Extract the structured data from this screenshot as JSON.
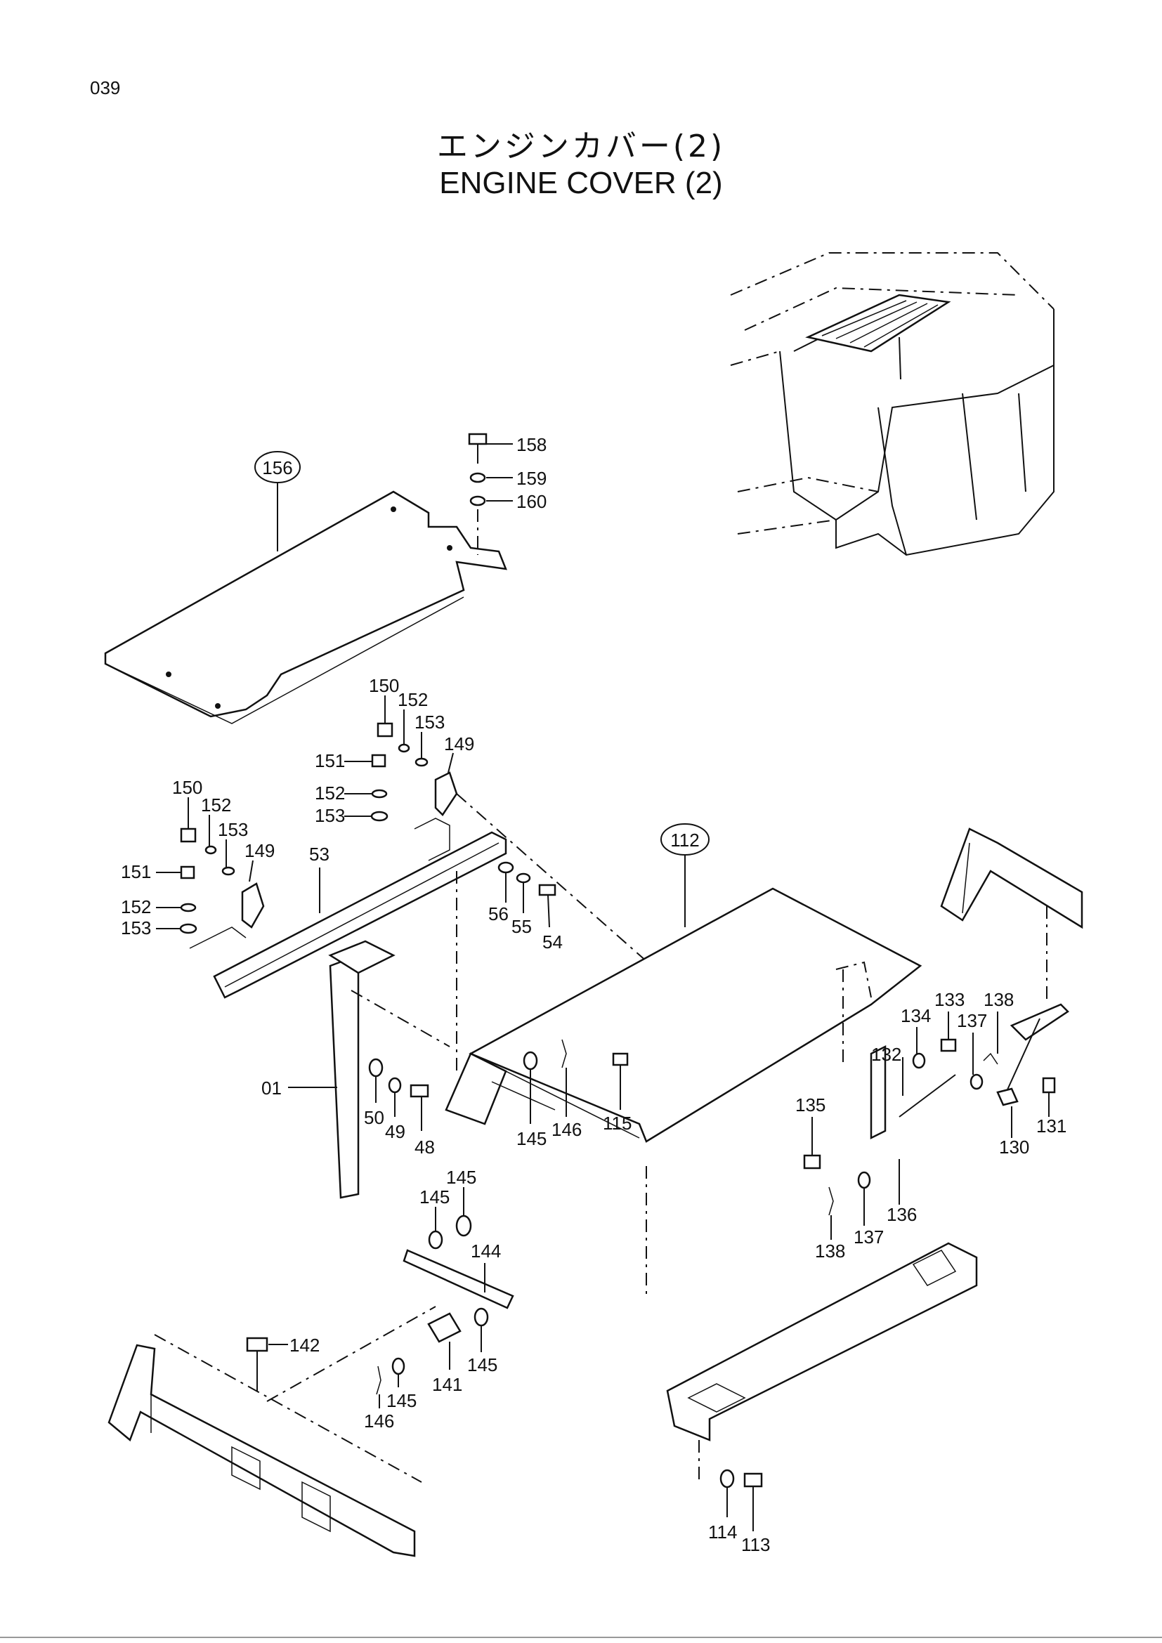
{
  "page_number": "039",
  "title_jp": "エンジンカバー(2)",
  "title_en": "ENGINE COVER (2)",
  "callouts_circled": [
    "156",
    "112"
  ],
  "part_labels": {
    "p158": "158",
    "p159": "159",
    "p160": "160",
    "p150a": "150",
    "p152a": "152",
    "p153a": "153",
    "p149a": "149",
    "p151a": "151",
    "p152b": "152",
    "p153b": "153",
    "p150b": "150",
    "p152c": "152",
    "p153c": "153",
    "p149b": "149",
    "p151b": "151",
    "p152d": "152",
    "p153d": "153",
    "p53": "53",
    "p56": "56",
    "p55": "55",
    "p54": "54",
    "p01": "01",
    "p50": "50",
    "p49": "49",
    "p48": "48",
    "p145a": "145",
    "p145b": "145",
    "p145c": "145",
    "p146a": "146",
    "p115": "115",
    "p144": "144",
    "p142": "142",
    "p141": "141",
    "p145d": "145",
    "p145e": "145",
    "p146b": "146",
    "p133": "133",
    "p138a": "138",
    "p134": "134",
    "p137a": "137",
    "p132": "132",
    "p131": "131",
    "p130": "130",
    "p135": "135",
    "p136": "136",
    "p138b": "138",
    "p137b": "137",
    "p114": "114",
    "p113": "113"
  }
}
